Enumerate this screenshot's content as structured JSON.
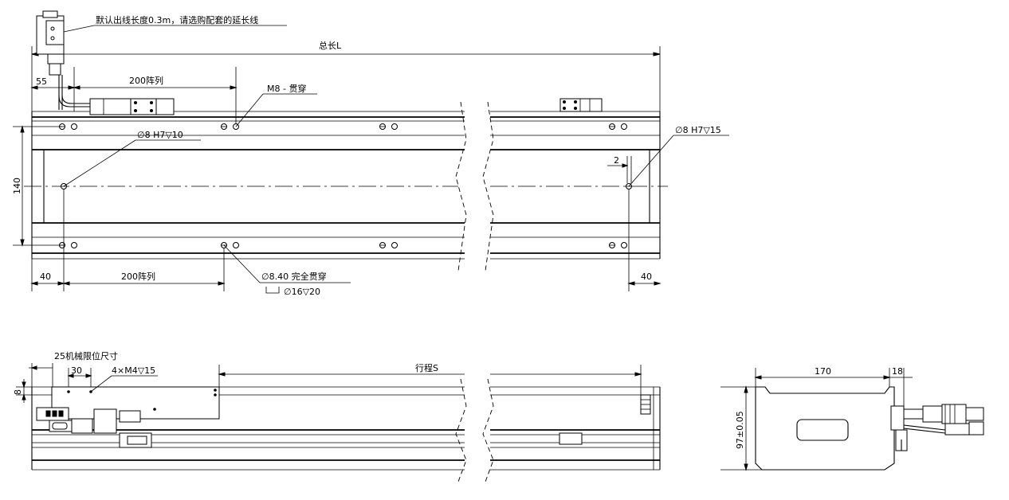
{
  "top_view": {
    "cable_note": "默认出线长度0.3m，请选购配套的延长线",
    "total_length": "总长L",
    "dim_55": "55",
    "dim_200_top": "200阵列",
    "m8_label": "M8 - 贯穿",
    "hole_left": "∅8 H7▽10",
    "hole_right": "∅8 H7▽15",
    "dim_140": "140",
    "dim_2": "2",
    "dim_40_left": "40",
    "dim_200_bottom": "200阵列",
    "through_hole": "∅8.40 完全贯穿",
    "counterbore": "∅16▽20",
    "dim_40_right": "40"
  },
  "side_view": {
    "limit_label": "25机械限位尺寸",
    "dim_30": "30",
    "tap_label": "4×M4▽15",
    "stroke_label": "行程S",
    "dim_8": "8"
  },
  "end_view": {
    "width_label": "170",
    "dim_18": "18",
    "height_label": "97±0.05"
  }
}
